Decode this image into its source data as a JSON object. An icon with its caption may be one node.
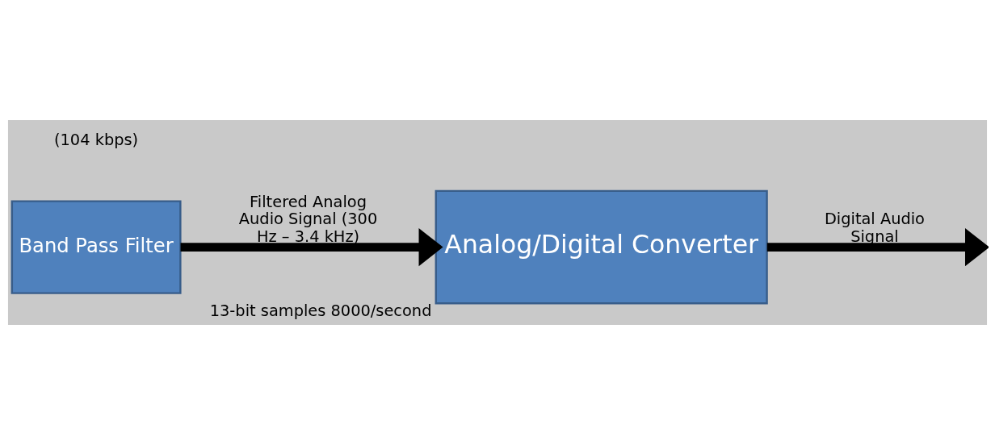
{
  "diagram": {
    "nodes": [
      {
        "text": [
          "Band Pass Filter"
        ]
      },
      {
        "text": [
          "Analog/Digital Converter"
        ],
        "beside": [
          "13-bit samples 8000/second"
        ]
      }
    ],
    "edges": [
      {
        "from": 0,
        "to": 1,
        "arrow": "to",
        "label": "Filtered Analog Audio Signal (300 Hz – 3.4 kHz)"
      },
      {
        "from": 1,
        "to": null,
        "arrow": "to",
        "label": "Digital Audio Signal"
      }
    ],
    "labels": [
      "(104 kbps)"
    ]
  }
}
